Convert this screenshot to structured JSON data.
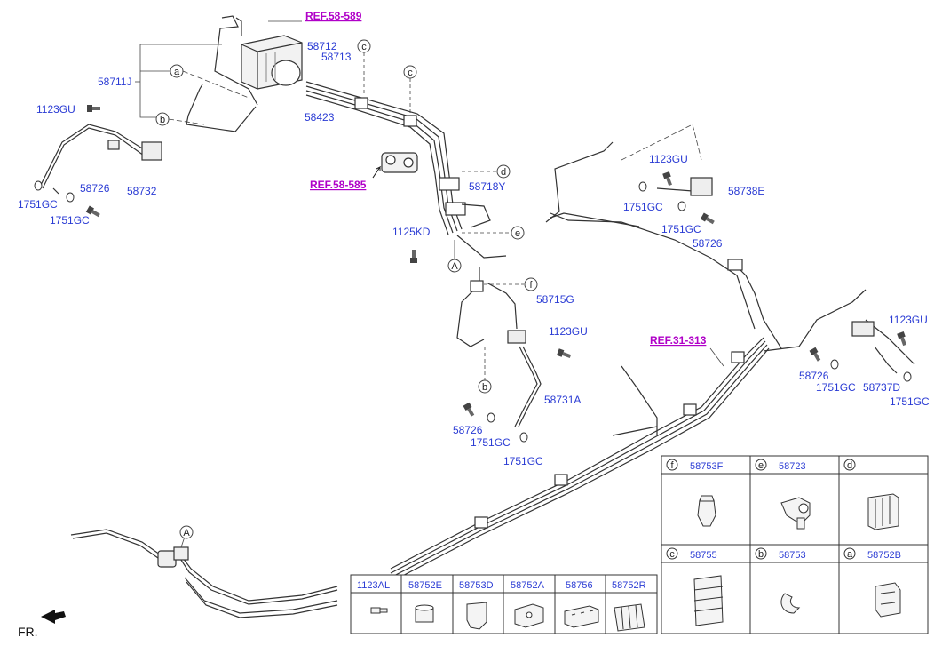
{
  "refs": {
    "abs": "REF.58-589",
    "valve": "REF.58-585",
    "fuel": "REF.31-313"
  },
  "labels": {
    "p58711J": "58711J",
    "p58712": "58712",
    "p58713": "58713",
    "p58423": "58423",
    "p1123GU_left": "1123GU",
    "p58726_left": "58726",
    "p58732": "58732",
    "p1751GC_left1": "1751GC",
    "p1751GC_left2": "1751GC",
    "p58718Y": "58718Y",
    "p1125KD": "1125KD",
    "p58715G": "58715G",
    "p1123GU_mid": "1123GU",
    "p58731A": "58731A",
    "p58726_mid": "58726",
    "p1751GC_mid1": "1751GC",
    "p1751GC_mid2": "1751GC",
    "p1123GU_rt": "1123GU",
    "p58738E": "58738E",
    "p1751GC_rt1": "1751GC",
    "p1751GC_rt2": "1751GC",
    "p58726_rt": "58726",
    "p1123GU_far": "1123GU",
    "p58726_far": "58726",
    "p1751GC_far1": "1751GC",
    "p58737D": "58737D",
    "p1751GC_far2": "1751GC",
    "fr": "FR."
  },
  "callouts": {
    "a": "a",
    "b": "b",
    "c": "c",
    "d": "d",
    "e": "e",
    "f": "f",
    "A": "A"
  },
  "clip_table": {
    "top_row": [
      {
        "letter": "f",
        "part": "58753F"
      },
      {
        "letter": "e",
        "part": "58723"
      },
      {
        "letter": "d",
        "part": ""
      }
    ],
    "bottom_row": [
      {
        "letter": "c",
        "part": "58755"
      },
      {
        "letter": "b",
        "part": "58753"
      },
      {
        "letter": "a",
        "part": "58752B"
      }
    ]
  },
  "parts_table": [
    "1123AL",
    "58752E",
    "58753D",
    "58752A",
    "58756",
    "58752R"
  ],
  "colors": {
    "part_number": "#2a3bd4",
    "ref": "#b000c8",
    "line": "#222222"
  }
}
